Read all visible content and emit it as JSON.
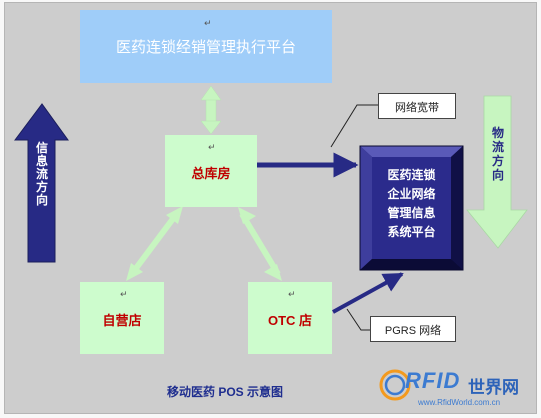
{
  "diagram": {
    "caption": "移动医药 POS 示意图",
    "platform": "医药连锁经销管理执行平台",
    "hq": "总库房",
    "store_self": "自营店",
    "store_otc": "OTC 店",
    "erp_lines": [
      "医药连锁",
      "企业网络",
      "管理信息",
      "系统平台"
    ],
    "callout_broadband": "网络宽带",
    "callout_gprs": "PGRS 网络",
    "info_flow_chars": [
      "信",
      "息",
      "流",
      "方",
      "向"
    ],
    "material_flow_chars": [
      "物",
      "流",
      "方",
      "向"
    ],
    "para_mark": "↵",
    "logo": {
      "letters": "RFID",
      "brand": "世界网",
      "url": "www.RfidWorld.com.cn"
    }
  },
  "colors": {
    "platform_fill": "#9fcdf9",
    "node_fill": "#cdfccd",
    "erp_fill": "#2b2b8c",
    "arrow_navy": "#272a85",
    "arrow_light_green": "#c7f5c0",
    "caption_color": "#1f2e8f",
    "node_text_red": "#c00000"
  }
}
